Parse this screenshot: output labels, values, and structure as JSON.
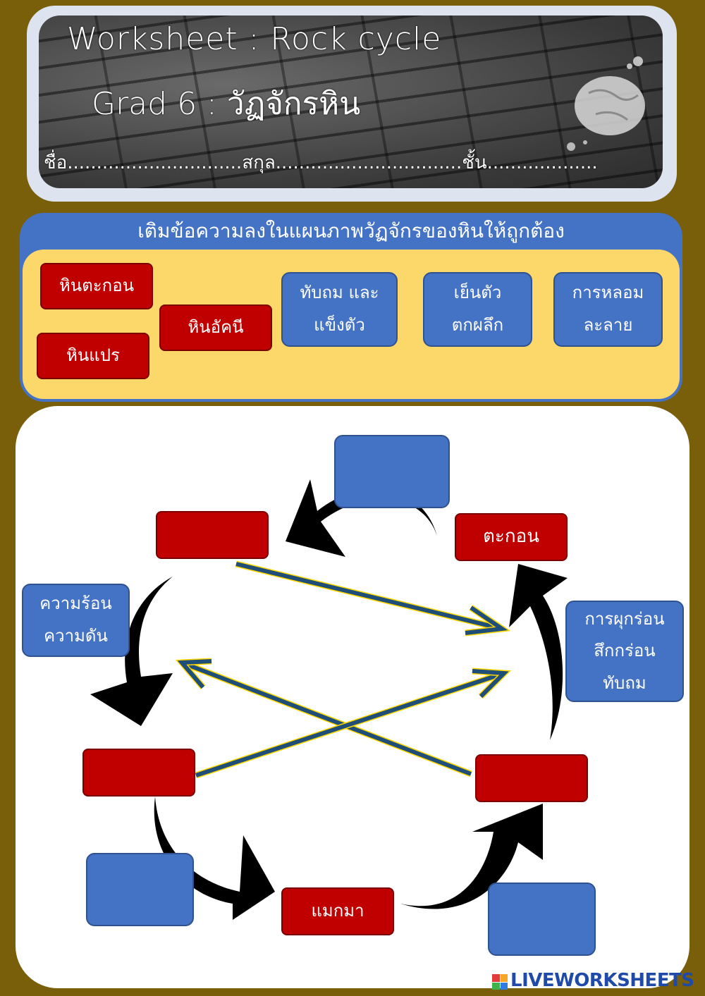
{
  "header": {
    "title": "Worksheet : Rock cycle",
    "grade": "Grad 6 :  วัฏจักรหิน",
    "name_line": "ชื่อ..............................สกุล................................ชั้น..................."
  },
  "instruction": "เติมข้อความลงในแผนภาพวัฏจักรของหินให้ถูกต้อง",
  "word_bank": {
    "sedimentary_rock": "หินตะกอน",
    "igneous_rock": "หินอัคนี",
    "metamorphic_rock": "หินแปร",
    "compaction_line1": "ทับถม และ",
    "compaction_line2": "แข็งตัว",
    "cooling_line1": "เย็นตัว",
    "cooling_line2": "ตกผลึก",
    "melting_line1": "การหลอม",
    "melting_line2": "ละลาย"
  },
  "diagram": {
    "sediment": "ตะกอน",
    "heat_pressure_line1": "ความร้อน",
    "heat_pressure_line2": "ความดัน",
    "weathering_line1": "การผุกร่อน",
    "weathering_line2": "สึกกร่อน",
    "weathering_line3": "ทับถม",
    "magma": "แมกมา"
  },
  "watermark": "LIVEWORKSHEETS",
  "colors": {
    "background": "#7a5f0a",
    "red_tile": "#c00000",
    "blue_tile": "#4472c4",
    "word_bank_bg": "#fcd76a"
  }
}
